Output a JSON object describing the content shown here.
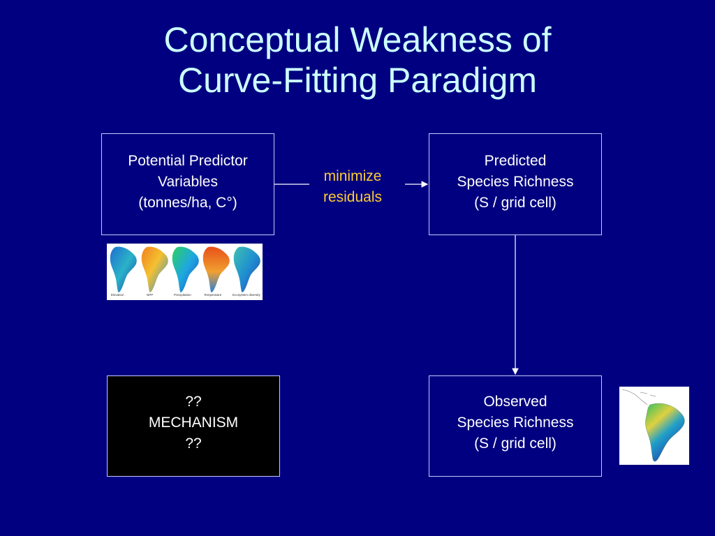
{
  "title": {
    "line1": "Conceptual Weakness of",
    "line2": "Curve-Fitting Paradigm"
  },
  "predictors_box": {
    "line1": "Potential Predictor",
    "line2": "Variables",
    "line3": "(tonnes/ha, C°)"
  },
  "connector_label": {
    "line1": "minimize",
    "line2": "residuals"
  },
  "predicted_box": {
    "line1": "Predicted",
    "line2": "Species Richness",
    "line3": "(S / grid cell)"
  },
  "mechanism_box": {
    "line1": "??",
    "line2": "MECHANISM",
    "line3": "??"
  },
  "observed_box": {
    "line1": "Observed",
    "line2": "Species Richness",
    "line3": "(S / grid cell)"
  },
  "predictor_maps": {
    "captions": [
      "Elevation",
      "NPP",
      "Precipitation",
      "Temperature",
      "Ecosystem diversity"
    ]
  },
  "colors": {
    "background": "#000080",
    "title": "#ccffff",
    "connector_label": "#ffcc33",
    "box_border": "#c8c8ff"
  }
}
